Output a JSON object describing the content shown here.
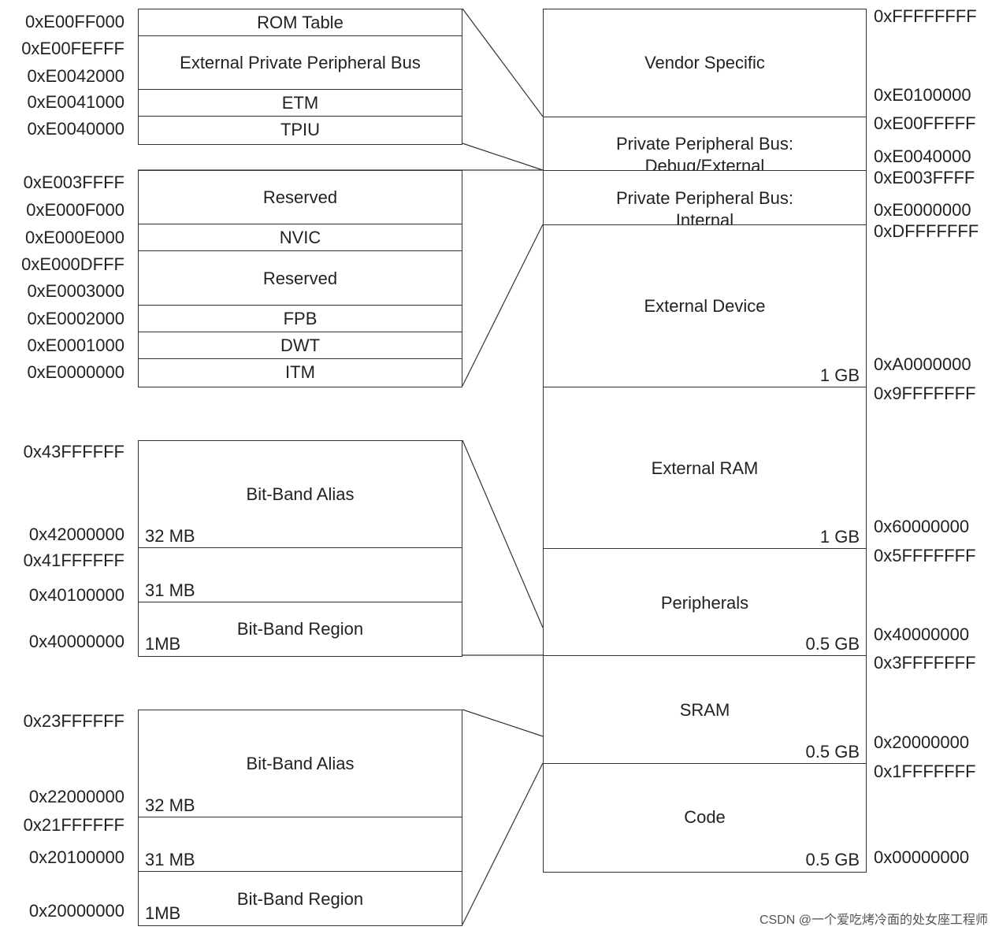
{
  "memory_map": [
    {
      "id": "vendor",
      "label": [
        "Vendor Specific"
      ],
      "size": ""
    },
    {
      "id": "ppb-ext",
      "label": [
        "Private Peripheral Bus:",
        "Debug/External"
      ],
      "size": ""
    },
    {
      "id": "ppb-int",
      "label": [
        "Private Peripheral Bus:",
        "Internal"
      ],
      "size": ""
    },
    {
      "id": "ext-device",
      "label": [
        "External Device"
      ],
      "size": "1 GB"
    },
    {
      "id": "ext-ram",
      "label": [
        "External RAM"
      ],
      "size": "1 GB"
    },
    {
      "id": "peripherals",
      "label": [
        "Peripherals"
      ],
      "size": "0.5 GB"
    },
    {
      "id": "sram",
      "label": [
        "SRAM"
      ],
      "size": "0.5 GB"
    },
    {
      "id": "code",
      "label": [
        "Code"
      ],
      "size": "0.5 GB"
    }
  ],
  "memory_map_addresses": [
    "0xFFFFFFFF",
    "0xE0100000",
    "0xE00FFFFF",
    "0xE0040000",
    "0xE003FFFF",
    "0xE0000000",
    "0xDFFFFFFF",
    "0xA0000000",
    "0x9FFFFFFF",
    "0x60000000",
    "0x5FFFFFFF",
    "0x40000000",
    "0x3FFFFFFF",
    "0x20000000",
    "0x1FFFFFFF",
    "0x00000000"
  ],
  "ppb_external": {
    "regions": [
      {
        "label": "ROM Table"
      },
      {
        "label": "External Private Peripheral Bus"
      },
      {
        "label": "ETM"
      },
      {
        "label": "TPIU"
      }
    ],
    "addresses": [
      "0xE00FF000",
      "0xE00FEFFF",
      "0xE0042000",
      "0xE0041000",
      "0xE0040000"
    ]
  },
  "ppb_internal": {
    "regions": [
      {
        "label": "Reserved"
      },
      {
        "label": "NVIC"
      },
      {
        "label": "Reserved"
      },
      {
        "label": "FPB"
      },
      {
        "label": "DWT"
      },
      {
        "label": "ITM"
      }
    ],
    "addresses": [
      "0xE003FFFF",
      "0xE000F000",
      "0xE000E000",
      "0xE000DFFF",
      "0xE0003000",
      "0xE0002000",
      "0xE0001000",
      "0xE0000000"
    ]
  },
  "peripheral_bitband": {
    "regions": [
      {
        "label": "Bit-Band Alias",
        "size": "32 MB"
      },
      {
        "label": "",
        "size": "31 MB"
      },
      {
        "label": "Bit-Band Region",
        "size": "1MB"
      }
    ],
    "addresses": [
      "0x43FFFFFF",
      "0x42000000",
      "0x41FFFFFF",
      "0x40100000",
      "0x40000000"
    ]
  },
  "sram_bitband": {
    "regions": [
      {
        "label": "Bit-Band Alias",
        "size": "32 MB"
      },
      {
        "label": "",
        "size": "31 MB"
      },
      {
        "label": "Bit-Band Region",
        "size": "1MB"
      }
    ],
    "addresses": [
      "0x23FFFFFF",
      "0x22000000",
      "0x21FFFFFF",
      "0x20100000",
      "0x20000000"
    ]
  },
  "watermark": "CSDN @一个爱吃烤冷面的处女座工程师",
  "colors": {
    "line": "#333333",
    "text": "#222222"
  }
}
